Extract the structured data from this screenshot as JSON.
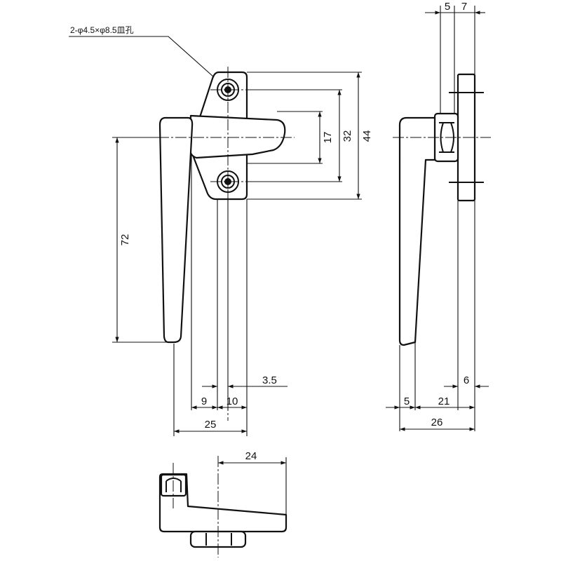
{
  "drawing": {
    "hole_spec": "2-φ4.5×φ8.5皿孔",
    "dims": {
      "d44": "44",
      "d32": "32",
      "d17": "17",
      "d72": "72",
      "d3_5": "3.5",
      "d9": "9",
      "d10": "10",
      "d25": "25",
      "d5_top": "5",
      "d7_top": "7",
      "d6": "6",
      "d5_side": "5",
      "d21": "21",
      "d26": "26",
      "d24": "24"
    }
  }
}
